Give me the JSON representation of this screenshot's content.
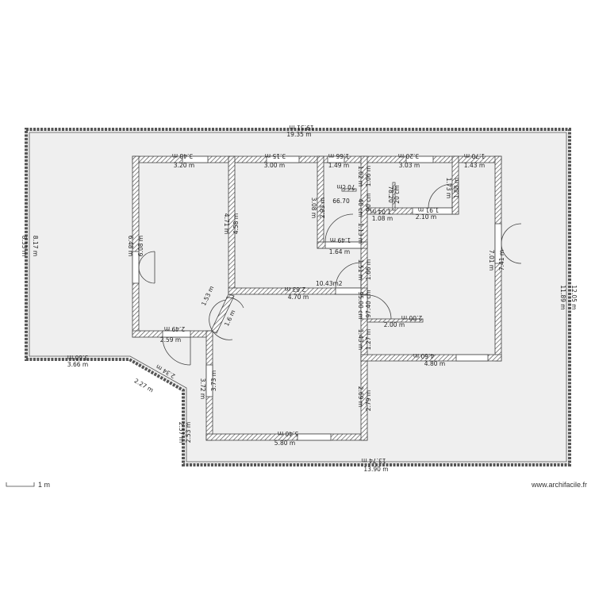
{
  "plan": {
    "area_label": "10.43m2",
    "scale_label": "1 m",
    "credit": "www.archifacile.fr",
    "colors": {
      "floor": "#efefef",
      "wall": "#555555",
      "hatch": "#666666"
    },
    "labels": [
      "19.51 m",
      "19.35 m",
      "3.48 m",
      "3.20 m",
      "3.15 m",
      "3.00 m",
      "1.66 m",
      "1.49 m",
      "3.20 m",
      "3.03 m",
      "1.70 m",
      "1.43 m",
      "6.48 m",
      "6.08 m",
      "4.71 m",
      "4.58 m",
      "3.08 m",
      "2.93 m",
      "1.02 m",
      "1.06 m",
      "66.70",
      "70 cm",
      "40 cm",
      "1.13 m",
      "90 cm",
      "1.04 m",
      "1.08 m",
      "78.20",
      "20 cm",
      "1.91 m",
      "2.10 m",
      "1.73 m",
      "1.88 m",
      "1.49 m",
      "1.64 m",
      "1.51 m",
      "1.66 m",
      "7.01 m",
      "7.41 m",
      "11.89 m",
      "12.05 m",
      "8.33 m",
      "8.17 m",
      "2.63 m",
      "4.70 m",
      "95.00 cm",
      "97.40 cm",
      "2.00 m",
      "2.00 m",
      "1.43 m",
      "1.27 m",
      "4.60 m",
      "4.80 m",
      "2.69 m",
      "2.79 m",
      "5.40 m",
      "5.80 m",
      "13.74 m",
      "13.90 m",
      "3.60 m",
      "3.66 m",
      "2.34 m",
      "2.27 m",
      "2.57 m",
      "2.53 m",
      "3.72 m",
      "3.73 m",
      "2.49 m",
      "2.59 m",
      "1.53 m",
      "1.6 m"
    ]
  }
}
